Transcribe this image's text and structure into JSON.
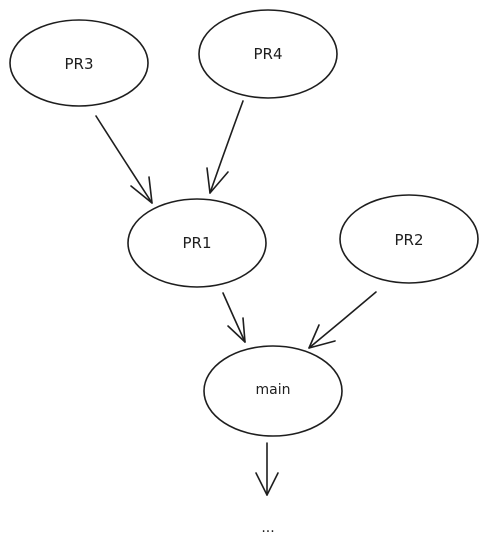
{
  "diagram": {
    "nodes": {
      "pr3": {
        "label": "PR3"
      },
      "pr4": {
        "label": "PR4"
      },
      "pr1": {
        "label": "PR1"
      },
      "pr2": {
        "label": "PR2"
      },
      "main": {
        "label": "main"
      },
      "continuation": {
        "label": "..."
      }
    },
    "edges": [
      {
        "from": "PR3",
        "to": "PR1"
      },
      {
        "from": "PR4",
        "to": "PR1"
      },
      {
        "from": "PR1",
        "to": "main"
      },
      {
        "from": "PR2",
        "to": "main"
      },
      {
        "from": "main",
        "to": "..."
      }
    ],
    "colors": {
      "stroke": "#1e1e1e",
      "background": "#ffffff"
    }
  }
}
